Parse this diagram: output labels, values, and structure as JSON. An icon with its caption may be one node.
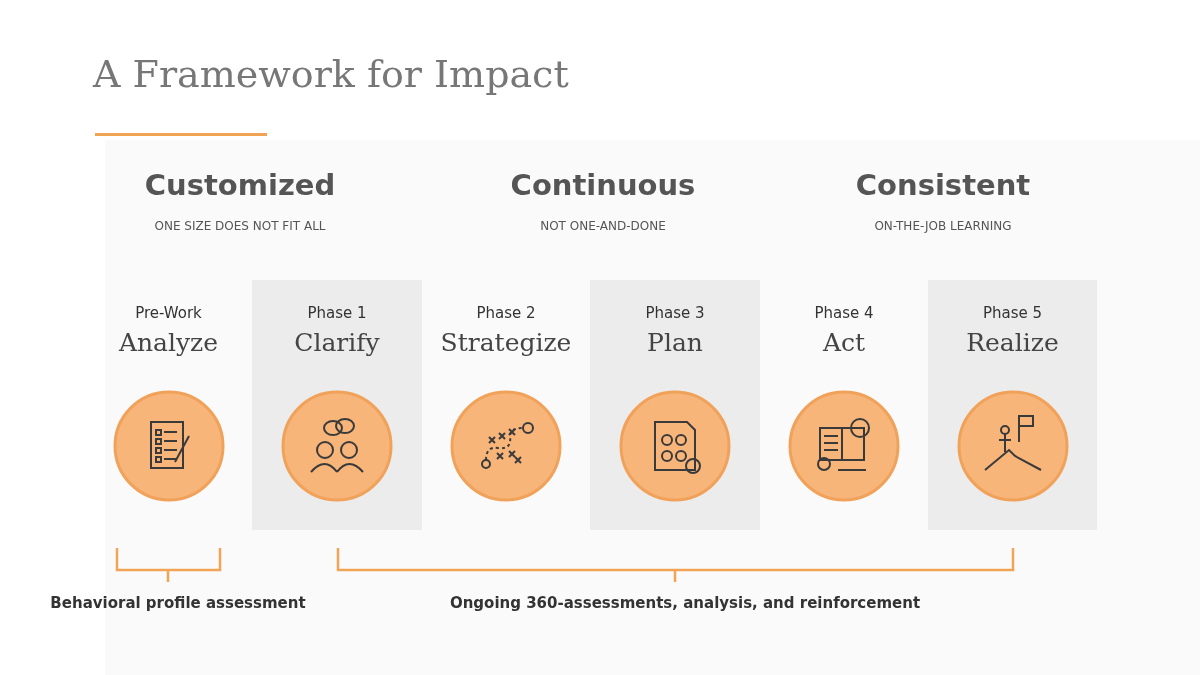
{
  "diagram": {
    "title": "A Framework for Impact",
    "nodes": [
      {
        "text": [
          "Pre-Work",
          "Analyze"
        ]
      },
      {
        "text": [
          "Phase 1",
          "Clarify"
        ]
      },
      {
        "text": [
          "Phase 2",
          "Strategize"
        ]
      },
      {
        "text": [
          "Phase 3",
          "Plan"
        ]
      },
      {
        "text": [
          "Phase 4",
          "Act"
        ]
      },
      {
        "text": [
          "Phase 5",
          "Realize"
        ]
      }
    ],
    "labels": [
      "Customized",
      "ONE SIZE DOES NOT FIT ALL",
      "Continuous",
      "NOT ONE-AND-DONE",
      "Consistent",
      "ON-THE-JOB LEARNING",
      "Behavioral profile assessment",
      "Ongoing 360-assessments, analysis, and reinforcement"
    ]
  }
}
